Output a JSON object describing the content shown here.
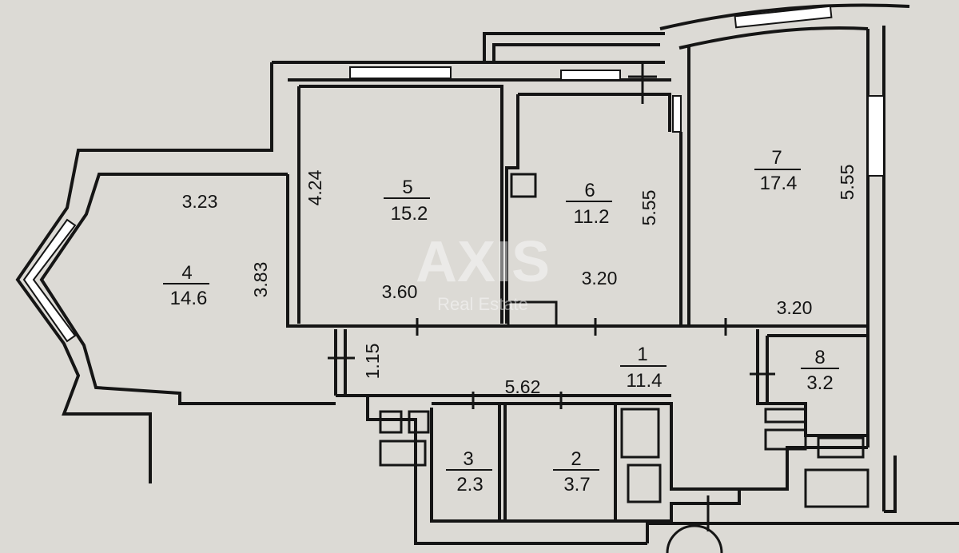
{
  "watermark": {
    "brand": "AXIS",
    "sub": "Real Estate"
  },
  "rooms": [
    {
      "id": "1",
      "area": "11.4"
    },
    {
      "id": "2",
      "area": "3.7"
    },
    {
      "id": "3",
      "area": "2.3"
    },
    {
      "id": "4",
      "area": "14.6"
    },
    {
      "id": "5",
      "area": "15.2"
    },
    {
      "id": "6",
      "area": "11.2"
    },
    {
      "id": "7",
      "area": "17.4"
    },
    {
      "id": "8",
      "area": "3.2"
    }
  ],
  "dimensions": {
    "room4_width": "3.23",
    "room4_depth": "3.83",
    "room5_depth": "4.24",
    "room5_width": "3.60",
    "room6_depth": "5.55",
    "room6_width": "3.20",
    "room7_depth": "5.55",
    "room7_width": "3.20",
    "hall_width": "1.15",
    "hall_length": "5.62"
  },
  "colors": {
    "wall": "#151515",
    "background": "#dcdad5",
    "glass": "#ffffff"
  }
}
